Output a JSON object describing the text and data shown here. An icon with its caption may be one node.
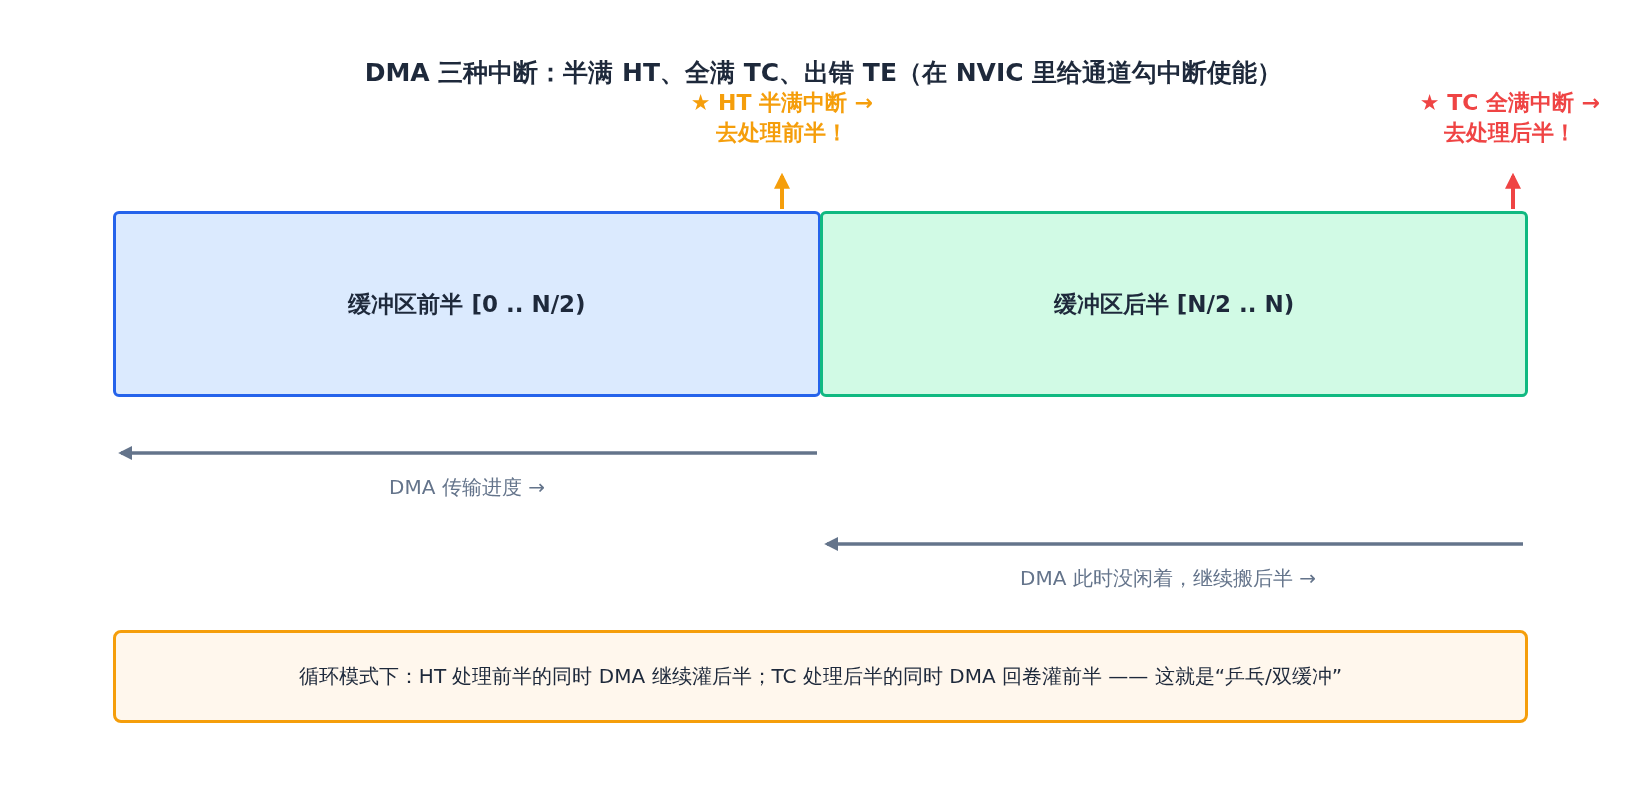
{
  "diagram": {
    "title": "DMA 三种中断：半满 HT、全满 TC、出错 TE（在 NVIC 里给通道勾中断使能）",
    "nodes": [
      {
        "text": [
          "★ HT 半满中断 → 去处理前半！"
        ]
      },
      {
        "text": [
          "★ TC 全满中断 → 去处理后半！"
        ]
      },
      {
        "text": [
          "缓冲区前半 [0 .. N/2)"
        ]
      },
      {
        "text": [
          "缓冲区后半 [N/2 .. N)"
        ]
      },
      {
        "text": [
          "循环模式下：HT 处理前半的同时 DMA 继续灌后半；TC 处理后半的同时 DMA 回卷灌前半 —— 这就是“乒乓/双缓冲”"
        ]
      }
    ],
    "edges": [
      {
        "from": 2,
        "to": 0,
        "arrow": "to",
        "color": "#f59e0b"
      },
      {
        "from": 3,
        "to": 1,
        "arrow": "to",
        "color": "#ef4444"
      }
    ],
    "labels": [
      "DMA 传输进度 →",
      "DMA 此时没闲着，继续搬后半 →"
    ]
  }
}
